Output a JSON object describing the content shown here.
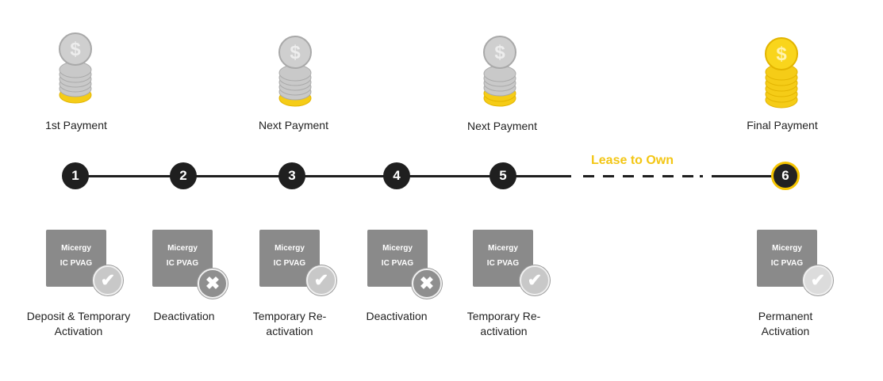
{
  "payments": [
    {
      "label": "1st Payment",
      "type": "partial"
    },
    {
      "label": "Next Payment",
      "type": "partial"
    },
    {
      "label": "Next Payment",
      "type": "partial"
    },
    {
      "label": "Final Payment",
      "type": "full"
    }
  ],
  "timeline": {
    "steps": [
      "1",
      "2",
      "3",
      "4",
      "5",
      "6"
    ],
    "lease_label": "Lease to Own"
  },
  "device": {
    "brand": "Micergy",
    "model": "IC PVAG"
  },
  "stages": [
    {
      "label": "Deposit & Temporary Activation",
      "status": "check"
    },
    {
      "label": "Deactivation",
      "status": "x"
    },
    {
      "label": "Temporary Re-activation",
      "status": "check"
    },
    {
      "label": "Deactivation",
      "status": "x"
    },
    {
      "label": "Temporary Re-activation",
      "status": "check"
    },
    {
      "label": "Permanent Activation",
      "status": "check"
    }
  ],
  "colors": {
    "accent": "#f3c614",
    "line": "#1e1e1e",
    "chip": "#8a8a8a",
    "coin_silver": "#c4c4c4",
    "coin_gold": "#f7d31b"
  }
}
